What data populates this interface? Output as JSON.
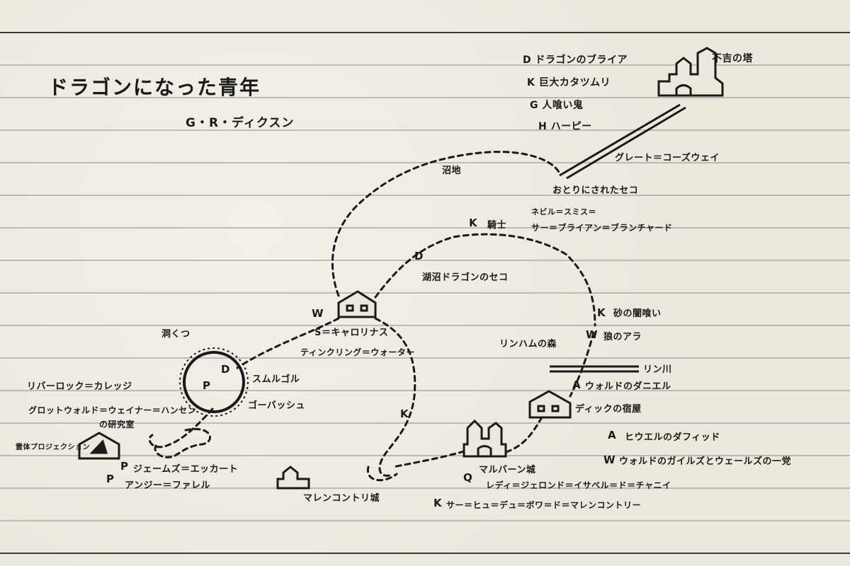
{
  "title": "ドラゴンになった青年",
  "author": "G・R・ディクスン",
  "legend_top": [
    "D ドラゴンのブライア",
    "K 巨大カタツムリ",
    "G 人喰い鬼",
    "H ハーピー"
  ],
  "places": {
    "tower": "不吉の塔",
    "causeway": "グレート＝コーズウェイ",
    "fen": "おとりにされたセコ",
    "marsh": "沼地",
    "knight_key": "K",
    "knight": "騎士",
    "knight_names_1": "ネビル＝スミス＝",
    "knight_names_2": "サー＝ブライアン＝ブランチャード",
    "dragon_key": "D",
    "lake_dragon": "湖沼ドラゴンのセコ",
    "cottage_key": "W",
    "wizard": "S＝キャロリナス",
    "tinkling": "ティンクリング＝ウォーター",
    "sand_key": "K",
    "sand_worm": "砂の闇喰い",
    "wolf_key": "W",
    "wolf": "狼のアラ",
    "forest": "リンハムの森",
    "river": "リン川",
    "archer_key": "A",
    "archer": "ウォルドのダニエル",
    "dick": "ディックの宿屋",
    "cave": "洞くつ",
    "cave_d": "D",
    "cave_p": "P",
    "smrgol": "スムルゴル",
    "gorbash": "ゴーバッシュ",
    "riverlock": "リバーロック＝カレッジ",
    "lab_1": "グロットウォルド＝ウェイナー＝ハンセン",
    "lab_2": "の研究室",
    "projector": "霊体プロジェクション",
    "p1_key": "P",
    "p1": "ジェームズ＝エッカート",
    "p2_key": "P",
    "p2": "アンジー＝ファレル",
    "path_k": "K",
    "malencontri": "マレンコントリ城",
    "malvern_key": "Q",
    "malvern": "マルバーン城",
    "lady": "レディ＝ジェロンド＝イサベル＝ド＝チャニイ",
    "sir_key": "K",
    "sir": "サー＝ヒュ＝デュ＝ボワ＝ド＝マレンコントリー",
    "legend_a_key": "A",
    "legend_a": "ヒウエルのダフィッド",
    "legend_w_key": "W",
    "legend_w": "ウォルドのガイルズとウェールズの一党"
  }
}
